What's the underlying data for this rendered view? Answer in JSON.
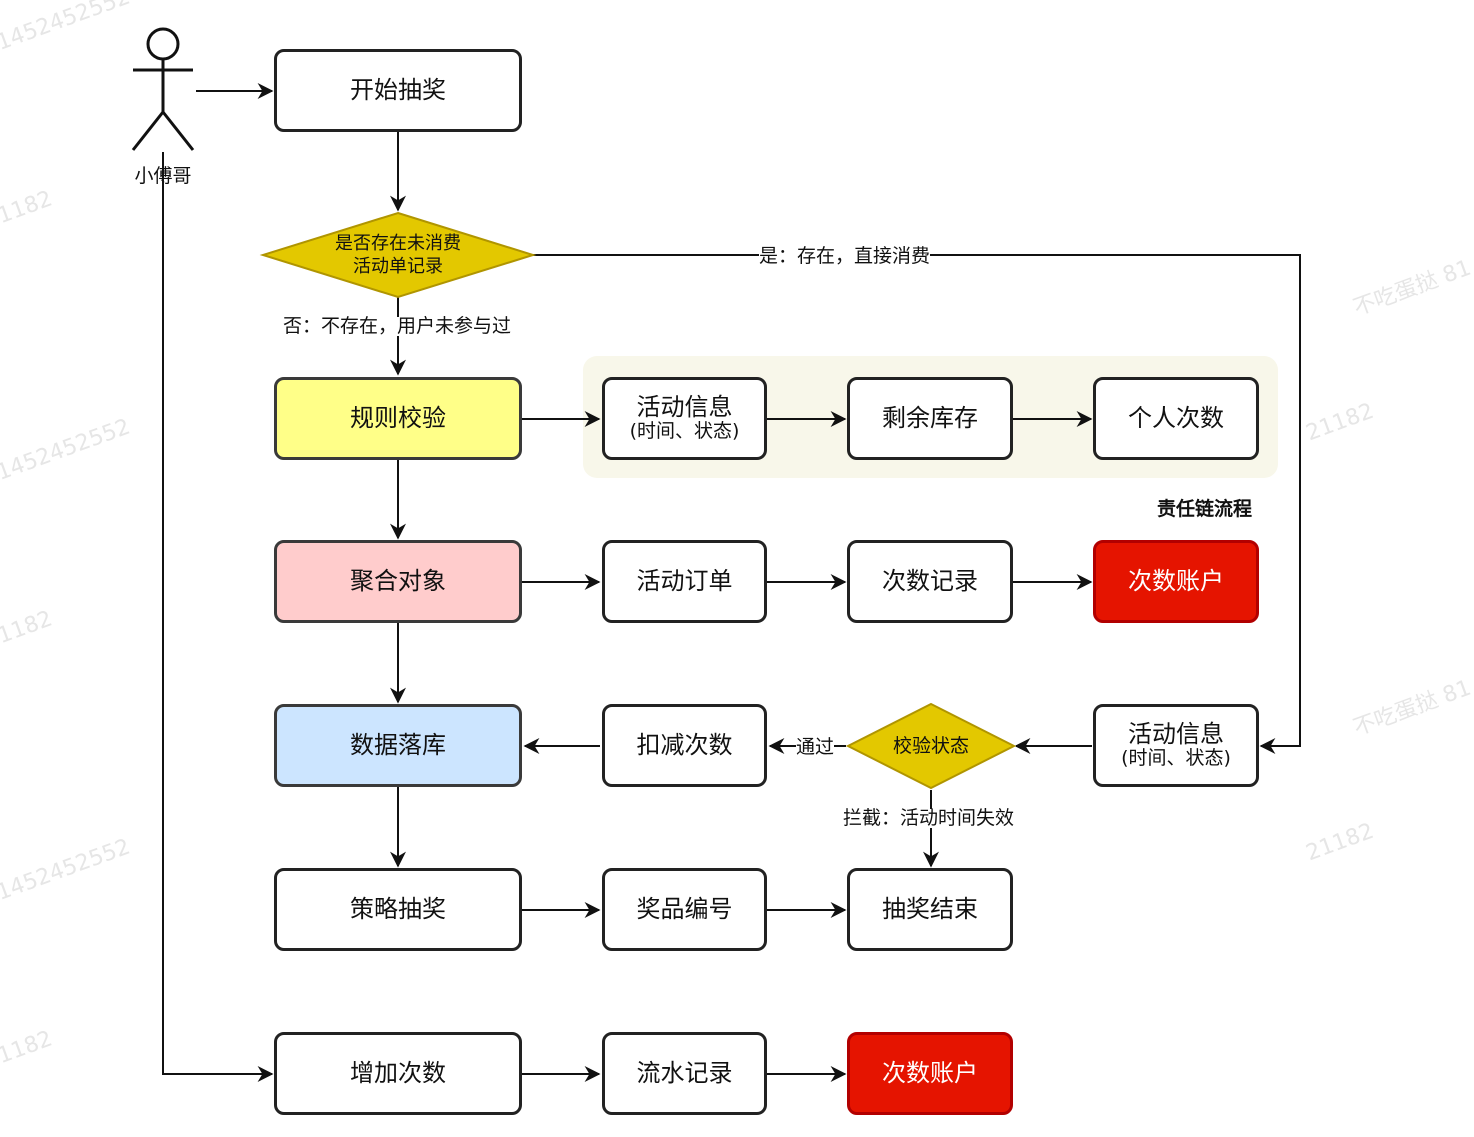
{
  "actor": {
    "name": "小傅哥"
  },
  "group_title": "责任链流程",
  "nodes": {
    "start": "开始抽奖",
    "check_unconsumed": {
      "line1": "是否存在未消费",
      "line2": "活动单记录"
    },
    "rule_check": "规则校验",
    "activity_info": {
      "title": "活动信息",
      "sub": "(时间、状态)"
    },
    "remaining_stock": "剩余库存",
    "personal_count": "个人次数",
    "aggregate": "聚合对象",
    "activity_order": "活动订单",
    "count_record": "次数记录",
    "count_account_1": "次数账户",
    "data_persist": "数据落库",
    "deduct_count": "扣减次数",
    "check_status": "校验状态",
    "activity_info_2": {
      "title": "活动信息",
      "sub": "(时间、状态)"
    },
    "strategy_draw": "策略抽奖",
    "prize_id": "奖品编号",
    "draw_end": "抽奖结束",
    "add_count": "增加次数",
    "flow_record": "流水记录",
    "count_account_2": "次数账户"
  },
  "edge_labels": {
    "yes": "是：存在，直接消费",
    "no": "否：不存在，用户未参与过",
    "pass": "通过",
    "intercept": "拦截：活动时间失效"
  },
  "colors": {
    "rule_check": "#ffff88",
    "aggregate": "#ffcccc",
    "data_persist": "#cce5ff",
    "count_account": "#e51400",
    "decision": "#e3c800",
    "group_bg": "#f8f7ea"
  }
}
